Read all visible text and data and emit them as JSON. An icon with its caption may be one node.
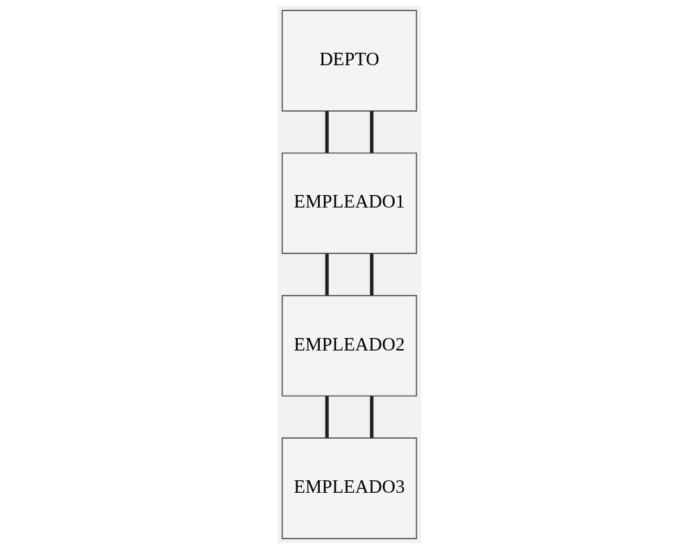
{
  "diagram": {
    "nodes": [
      {
        "text": [
          "DEPTO"
        ]
      },
      {
        "text": [
          "EMPLEADO1"
        ]
      },
      {
        "text": [
          "EMPLEADO2"
        ]
      },
      {
        "text": [
          "EMPLEADO3"
        ]
      }
    ],
    "edges": [
      {
        "from": 0,
        "to": 1,
        "arrow": "none"
      },
      {
        "from": 0,
        "to": 1,
        "arrow": "none"
      },
      {
        "from": 1,
        "to": 2,
        "arrow": "none"
      },
      {
        "from": 1,
        "to": 2,
        "arrow": "none"
      },
      {
        "from": 2,
        "to": 3,
        "arrow": "none"
      },
      {
        "from": 2,
        "to": 3,
        "arrow": "none"
      }
    ]
  }
}
